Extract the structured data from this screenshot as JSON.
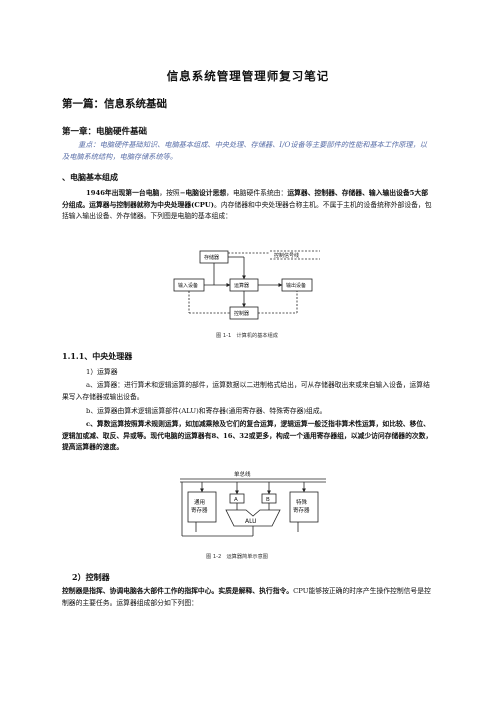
{
  "doc": {
    "title": "信息系统管理管理师复习笔记",
    "part_title": "第一篇：信息系统基础",
    "chapter_title": "第一章：电脑硬件基础",
    "key_points": "重点：电脑硬件基础知识、电脑基本组成、中央处理、存储器、I/O设备等主要部件的性能和基本工作原理，以及电脑系统结构，电脑存储系统等。",
    "section1_title": "、电脑基本组成",
    "section1_para_bold1": "1946年出现第一台电脑",
    "section1_para_text1": "，按照",
    "section1_para_bold2": "−电脑设计思想",
    "section1_para_text2": "，电脑硬件系统由：",
    "section1_para_bold3": "运算器、控制器、存储器、输入输出设备5大部分组成。运算器与控制器就称为中央处理器(CPU)",
    "section1_para_text3": "。内存储器和中央处理器合称主机。不属于主机的设备统称外部设备，包括输入输出设备、外存储器。下列图是电脑的基本组成：",
    "fig1": {
      "caption": "图 1-1　计算机的基本组成",
      "labels": {
        "storage": "存储器",
        "control_signal": "控制信号线",
        "input": "输入设备",
        "alu": "运算器",
        "output": "输出设备",
        "controller": "控制器"
      }
    },
    "section11_title": "1.1.1、中央处理器",
    "item1_label": "1）运算器",
    "item_a": "a、运算器：进行算术和逻辑运算的部件，运算数据以二进制格式给出，可从存储器取出来或来自输入设备，运算结果写入存储器或输出设备。",
    "item_b": "b、运算器由算术逻辑运算部件(ALU)和寄存器(通用寄存器、特殊寄存器)组成。",
    "item_c": "c、算数运算按照算术规则运算，如加减乘除及它们的复合运算，逻辑运算一般泛指非算术性运算，如比较、移位、逻辑加或减、取反、异或等。现代电脑的运算器有8、16、32或更多，构成一个通用寄存器组，以减少访问存储器的次数，提高运算器的速度。",
    "fig2": {
      "caption": "图 1-2　运算器简单示意图",
      "labels": {
        "bus": "单总线",
        "general_reg_1": "通用",
        "general_reg_2": "寄存器",
        "special_reg_1": "特殊",
        "special_reg_2": "寄存器",
        "a": "A",
        "b": "B",
        "alu": "ALU"
      }
    },
    "item2_label": "2）控制器",
    "item2_bold": "控制器是指挥、协调电脑各大部件工作的指挥中心。实质是解释、执行指令。",
    "item2_text": "CPU能够按正确的时序产生操作控制信号是控制器的主要任务。运算器组成部分如下列图："
  },
  "colors": {
    "note": "#5a6fa8",
    "text": "#111111"
  }
}
